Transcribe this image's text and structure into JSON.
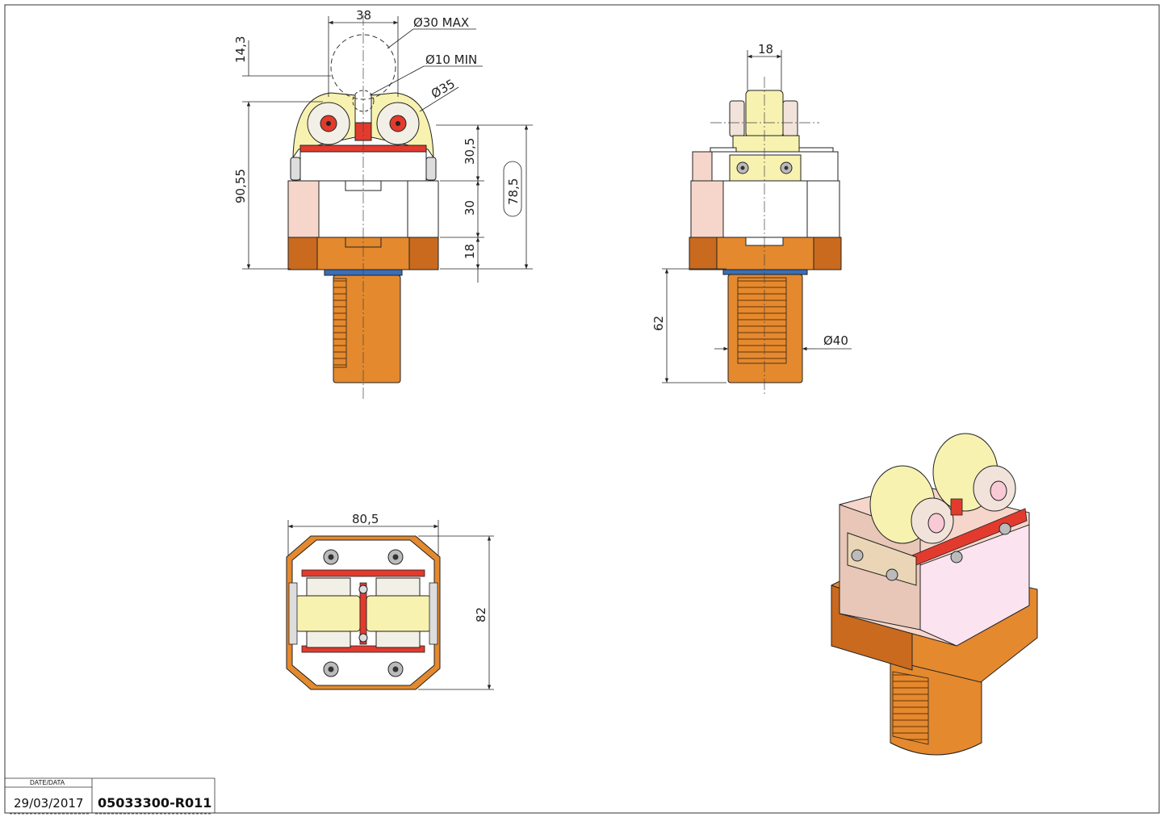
{
  "front_view": {
    "dim_width": "38",
    "dim_max_diameter": "Ø30 MAX",
    "dim_min_diameter": "Ø10 MIN",
    "dim_roller_diameter": "Ø35",
    "dim_top_offset": "14,3",
    "dim_total_height": "90,55",
    "dim_upper": "30,5",
    "dim_middle": "30",
    "dim_lower": "18",
    "dim_overall": "78,5"
  },
  "side_view": {
    "dim_roller_width": "18",
    "dim_shank_length": "62",
    "dim_shank_diameter": "Ø40"
  },
  "top_view": {
    "dim_width": "80,5",
    "dim_depth": "82"
  },
  "title_block": {
    "date_label": "DATE/DATA",
    "date_value": "29/03/2017",
    "part_number": "05033300-R011"
  },
  "colors": {
    "orange": "#e4892e",
    "orange_dark": "#b8621a",
    "pink_body": "#f6d6cb",
    "white_body": "#ffffff",
    "roller_yellow": "#f7f2b0",
    "red_strip": "#e23b2e",
    "blue_ring": "#3a6fb8"
  }
}
